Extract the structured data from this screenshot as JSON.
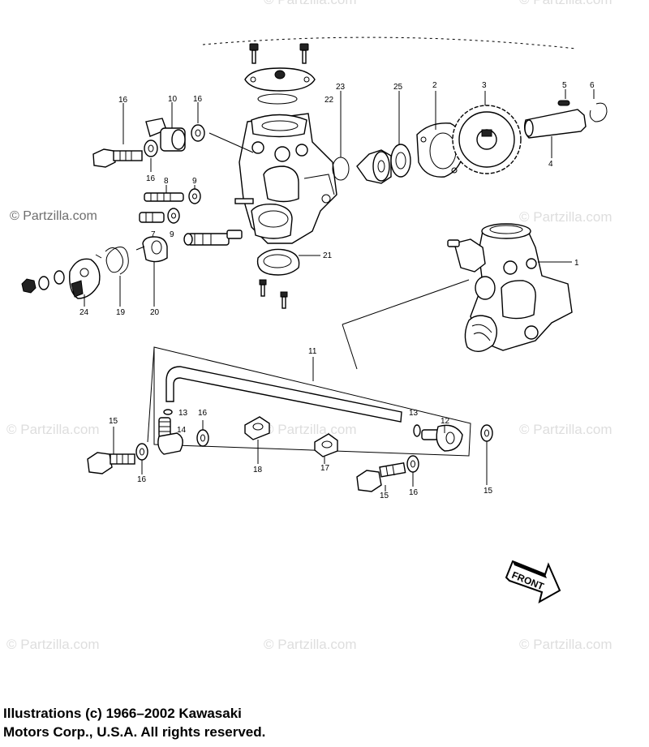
{
  "watermark": {
    "text": "© Partzilla.com"
  },
  "copyright": {
    "line1": "Illustrations (c) 1966–2002 Kawasaki",
    "line2": "Motors Corp., U.S.A.  All rights reserved."
  },
  "front_arrow_label": "FRONT",
  "callouts": [
    "1",
    "2",
    "3",
    "4",
    "5",
    "6",
    "7",
    "8",
    "9",
    "9",
    "10",
    "11",
    "12",
    "13",
    "13",
    "14",
    "15",
    "15",
    "15",
    "16",
    "16",
    "16",
    "16",
    "16",
    "16",
    "17",
    "18",
    "19",
    "20",
    "21",
    "22",
    "23",
    "24",
    "25"
  ]
}
